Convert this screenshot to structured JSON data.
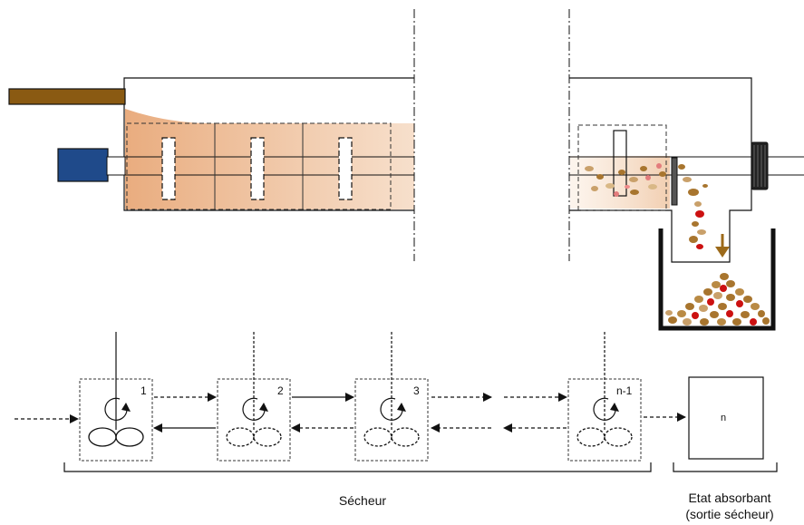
{
  "cells": [
    {
      "label": "1",
      "agitator": "solid"
    },
    {
      "label": "2",
      "agitator": "dashed"
    },
    {
      "label": "3",
      "agitator": "dashed"
    },
    {
      "label": "n-1",
      "agitator": "dashed"
    }
  ],
  "absorbing_state": {
    "label": "n"
  },
  "captions": {
    "dryer": "Sécheur",
    "absorbing_line1": "Etat absorbant",
    "absorbing_line2": "(sortie sécheur)"
  },
  "colors": {
    "motor": "#1f4a8a",
    "feed_pipe": "#8a5a12",
    "powder": "#e9a77d",
    "grain_brown": "#a8752e",
    "grain_red": "#cc1111",
    "discharge_arrow": "#9c6a1a"
  },
  "icons": [
    "motor-icon",
    "feed-pipe-icon",
    "knob-icon",
    "rotation-arrow-icon",
    "agitator-blades-icon",
    "discharge-arrow-icon"
  ]
}
